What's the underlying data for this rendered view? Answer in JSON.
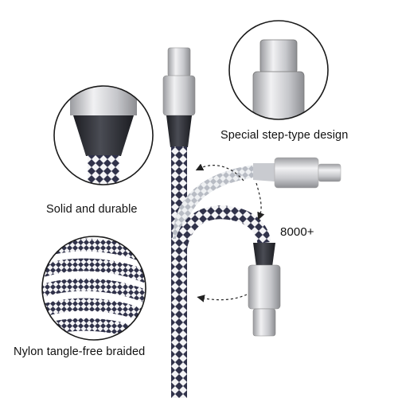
{
  "labels": {
    "step_design": "Special step-type design",
    "solid_durable": "Solid and durable",
    "bend_count": "8000+",
    "nylon_braided": "Nylon tangle-free braided"
  },
  "colors": {
    "metal_light": "#e6e6e8",
    "metal_dark": "#9b9ca0",
    "sleeve": "#2b2d33",
    "braid_dark": "#30324a",
    "braid_light": "#f4f4f6",
    "circle_stroke": "#1a1a1a"
  }
}
